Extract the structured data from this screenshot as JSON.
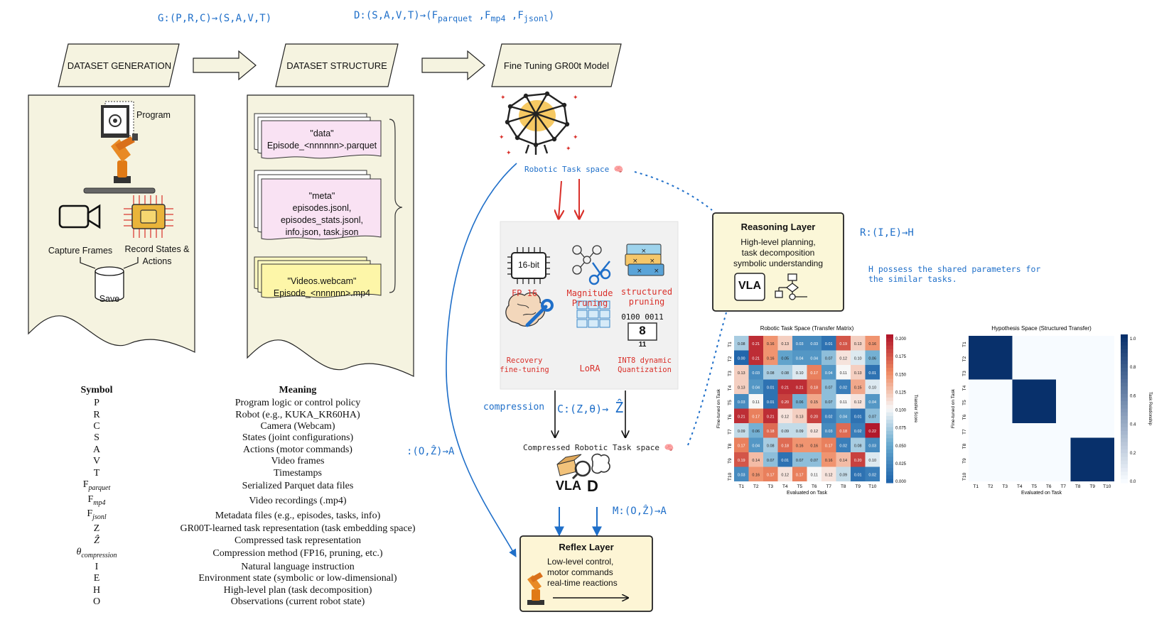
{
  "formulas": {
    "g": "G:(P,R,C)→(S,A,V,T)",
    "d_prefix": "D:(S,A,V,T)→(F",
    "d_parquet": "parquet",
    "d_sep1": " ,F",
    "d_mp4": "mp4",
    "d_sep2": " ,F",
    "d_jsonl": "jsonl",
    "d_close": ")",
    "r": "R:(I,E)→H",
    "c": "C:(Z,θ)→",
    "c_hat": "Ẑ",
    "m": "M:(O,Ẑ)→A",
    "left": ":(O,Ẑ)→A"
  },
  "stages": {
    "generation": "DATASET GENERATION",
    "structure": "DATASET STRUCTURE",
    "finetune": "Fine Tuning GR00t Model"
  },
  "generation_panel": {
    "program": "Program",
    "capture": "Capture Frames",
    "record": "Record States &",
    "record2": "Actions",
    "save": "Save"
  },
  "structure_panel": {
    "data_line1": "\"data\"",
    "data_line2": "Episode_<nnnnnn>.parquet",
    "meta_line1": "\"meta\"",
    "meta_line2": "episodes.jsonl,",
    "meta_line3": "episodes_stats.jsonl,",
    "meta_line4": "info.json, task.json",
    "video_line1": "\"Videos.webcam\"",
    "video_line2": "Episode_<nnnnnn>.mp4"
  },
  "task_space": "Robotic Task space",
  "compressed_space": "Compressed Robotic Task space",
  "compression_label": "compression",
  "techniques": {
    "bit16": "16-bit",
    "fp16": "FP 16",
    "magnitude": "Magnitude",
    "magnitude2": "Pruning",
    "structured": "structured",
    "structured2": "pruning",
    "recovery": "Recovery",
    "recovery2": "fine-tuning",
    "lora": "LoRA",
    "int8": "INT8 dynamic",
    "int8b": "Quantization",
    "bits": "0100 0011",
    "eight": "8",
    "eleven": "11"
  },
  "vla": "VLA",
  "reasoning": {
    "title": "Reasoning Layer",
    "line1": "High-level planning,",
    "line2": "task decomposition",
    "line3": "symbolic understanding",
    "vla": "VLA"
  },
  "h_note": {
    "line1": "H possess the shared parameters for",
    "line2": "the similar tasks."
  },
  "reflex": {
    "title": "Reflex Layer",
    "line1": "Low-level control,",
    "line2": "motor commands",
    "line3": "real-time reactions"
  },
  "symbol_table": {
    "header_symbol": "Symbol",
    "header_meaning": "Meaning",
    "rows": [
      {
        "sym": "P",
        "sub": "",
        "meaning": "Program logic or control policy"
      },
      {
        "sym": "R",
        "sub": "",
        "meaning": "Robot (e.g., KUKA_KR60HA)"
      },
      {
        "sym": "C",
        "sub": "",
        "meaning": "Camera (Webcam)"
      },
      {
        "sym": "S",
        "sub": "",
        "meaning": "States (joint configurations)"
      },
      {
        "sym": "A",
        "sub": "",
        "meaning": "Actions (motor commands)"
      },
      {
        "sym": "V",
        "sub": "",
        "meaning": "Video frames"
      },
      {
        "sym": "T",
        "sub": "",
        "meaning": "Timestamps"
      },
      {
        "sym": "F",
        "sub": "parquet",
        "meaning": "Serialized Parquet data files"
      },
      {
        "sym": "F",
        "sub": "mp4",
        "meaning": "Video recordings (.mp4)"
      },
      {
        "sym": "F",
        "sub": "jsonl",
        "meaning": "Metadata files (e.g., episodes, tasks, info)"
      },
      {
        "sym": "Z",
        "sub": "",
        "meaning": "GR00T-learned task representation (task embedding space)"
      },
      {
        "sym": "Ẑ",
        "sub": "",
        "meaning": "Compressed task representation"
      },
      {
        "sym": "θ",
        "sub": "compression",
        "meaning": "Compression method (FP16, pruning, etc.)"
      },
      {
        "sym": "I",
        "sub": "",
        "meaning": "Natural language instruction"
      },
      {
        "sym": "E",
        "sub": "",
        "meaning": "Environment state (symbolic or low-dimensional)"
      },
      {
        "sym": "H",
        "sub": "",
        "meaning": "High-level plan (task decomposition)"
      },
      {
        "sym": "O",
        "sub": "",
        "meaning": "Observations (current robot state)"
      }
    ]
  },
  "chart_data": [
    {
      "type": "heatmap",
      "title": "Robotic Task Space (Transfer Matrix)",
      "xlabel": "Evaluated on Task",
      "ylabel": "Fine-tuned on Task",
      "colorbar_label": "Transfer Score",
      "colorbar_ticks": [
        "0.200",
        "0.175",
        "0.150",
        "0.125",
        "0.100",
        "0.075",
        "0.050",
        "0.025",
        "0.000"
      ],
      "x_categories": [
        "T1",
        "T2",
        "T3",
        "T4",
        "T5",
        "T6",
        "T7",
        "T8",
        "T9",
        "T10"
      ],
      "y_categories": [
        "T1",
        "T2",
        "T3",
        "T4",
        "T5",
        "T6",
        "T7",
        "T8",
        "T9",
        "T10"
      ],
      "range": [
        0,
        0.22
      ],
      "values": [
        [
          0.08,
          0.21,
          0.16,
          0.13,
          0.03,
          0.03,
          0.01,
          0.19,
          0.13,
          0.16
        ],
        [
          0.0,
          0.21,
          0.16,
          0.05,
          0.04,
          0.04,
          0.07,
          0.12,
          0.1,
          0.06
        ],
        [
          0.13,
          0.03,
          0.08,
          0.08,
          0.1,
          0.17,
          0.04,
          0.11,
          0.13,
          0.01
        ],
        [
          0.13,
          0.04,
          0.01,
          0.21,
          0.21,
          0.18,
          0.07,
          0.02,
          0.15,
          0.1
        ],
        [
          0.03,
          0.11,
          0.01,
          0.2,
          0.06,
          0.15,
          0.07,
          0.11,
          0.12,
          0.04
        ],
        [
          0.21,
          0.17,
          0.21,
          0.12,
          0.13,
          0.2,
          0.02,
          0.04,
          0.01,
          0.07
        ],
        [
          0.09,
          0.06,
          0.18,
          0.09,
          0.09,
          0.12,
          0.03,
          0.18,
          0.02,
          0.22
        ],
        [
          0.17,
          0.04,
          0.08,
          0.18,
          0.16,
          0.16,
          0.17,
          0.02,
          0.08,
          0.03
        ],
        [
          0.19,
          0.14,
          0.07,
          0.01,
          0.07,
          0.07,
          0.16,
          0.14,
          0.2,
          0.1
        ],
        [
          0.03,
          0.16,
          0.17,
          0.12,
          0.17,
          0.11,
          0.12,
          0.09,
          0.01,
          0.02
        ]
      ]
    },
    {
      "type": "heatmap",
      "title": "Hypothesis Space (Structured Transfer)",
      "xlabel": "Evaluated on Task",
      "ylabel": "Fine-tuned on Task",
      "colorbar_label": "Task Relationship",
      "colorbar_ticks": [
        "1.0",
        "0.8",
        "0.6",
        "0.4",
        "0.2",
        "0.0"
      ],
      "x_categories": [
        "T1",
        "T2",
        "T3",
        "T4",
        "T5",
        "T6",
        "T7",
        "T8",
        "T9",
        "T10"
      ],
      "y_categories": [
        "T1",
        "T2",
        "T3",
        "T4",
        "T5",
        "T6",
        "T7",
        "T8",
        "T9",
        "T10"
      ],
      "range": [
        0,
        1
      ],
      "values": [
        [
          1,
          1,
          1,
          0,
          0,
          0,
          0,
          0,
          0,
          0
        ],
        [
          1,
          1,
          1,
          0,
          0,
          0,
          0,
          0,
          0,
          0
        ],
        [
          1,
          1,
          1,
          0,
          0,
          0,
          0,
          0,
          0,
          0
        ],
        [
          0,
          0,
          0,
          1,
          1,
          1,
          0,
          0,
          0,
          0
        ],
        [
          0,
          0,
          0,
          1,
          1,
          1,
          0,
          0,
          0,
          0
        ],
        [
          0,
          0,
          0,
          1,
          1,
          1,
          0,
          0,
          0,
          0
        ],
        [
          0,
          0,
          0,
          0,
          0,
          0,
          0,
          0,
          0,
          0
        ],
        [
          0,
          0,
          0,
          0,
          0,
          0,
          0,
          1,
          1,
          1
        ],
        [
          0,
          0,
          0,
          0,
          0,
          0,
          0,
          1,
          1,
          1
        ],
        [
          0,
          0,
          0,
          0,
          0,
          0,
          0,
          1,
          1,
          1
        ]
      ]
    }
  ],
  "colors": {
    "panel_fill": "#f5f3e0",
    "formula_blue": "#1f6fc9",
    "red": "#d9302a",
    "reflex_fill": "#fdf5d5",
    "reasoning_fill": "#fbf7d8",
    "hm_dark_blue": "#0b3f86"
  }
}
